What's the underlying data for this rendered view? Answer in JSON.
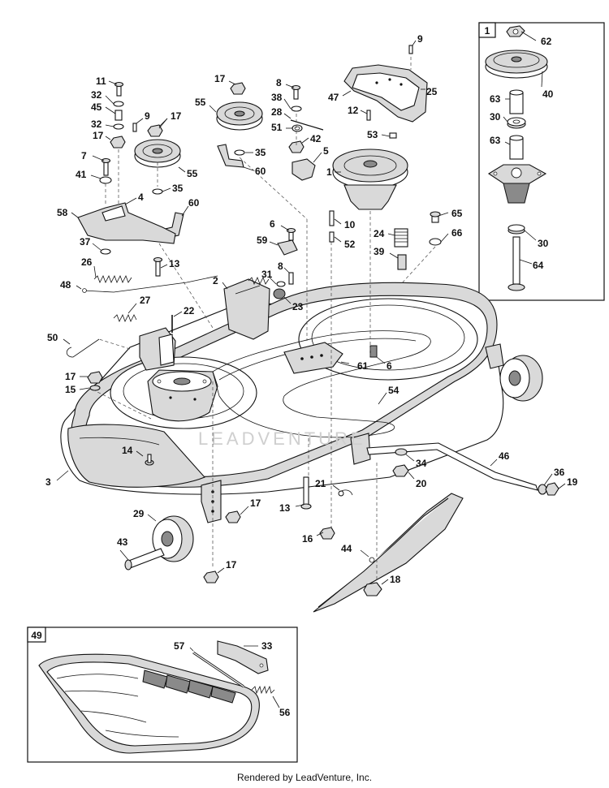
{
  "footer": "Rendered by LeadVenture, Inc.",
  "watermark": "LEADVENTURE",
  "inset_spindle": {
    "box_label": "1",
    "parts": [
      "62",
      "40",
      "63",
      "30",
      "63",
      "30",
      "64"
    ]
  },
  "inset_baffle": {
    "box_label": "49",
    "parts": [
      "57",
      "33",
      "56"
    ]
  },
  "callouts": [
    "9",
    "11",
    "32",
    "45",
    "32",
    "9",
    "17",
    "17",
    "7",
    "41",
    "4",
    "35",
    "60",
    "58",
    "37",
    "26",
    "13",
    "48",
    "17",
    "55",
    "17",
    "55",
    "35",
    "60",
    "8",
    "38",
    "28",
    "51",
    "42",
    "5",
    "47",
    "12",
    "53",
    "25",
    "1",
    "6",
    "59",
    "8",
    "31",
    "2",
    "23",
    "10",
    "52",
    "24",
    "39",
    "65",
    "66",
    "27",
    "22",
    "50",
    "17",
    "15",
    "61",
    "6",
    "54",
    "14",
    "3",
    "34",
    "20",
    "46",
    "36",
    "19",
    "21",
    "13",
    "29",
    "17",
    "43",
    "17",
    "16",
    "44",
    "18"
  ]
}
